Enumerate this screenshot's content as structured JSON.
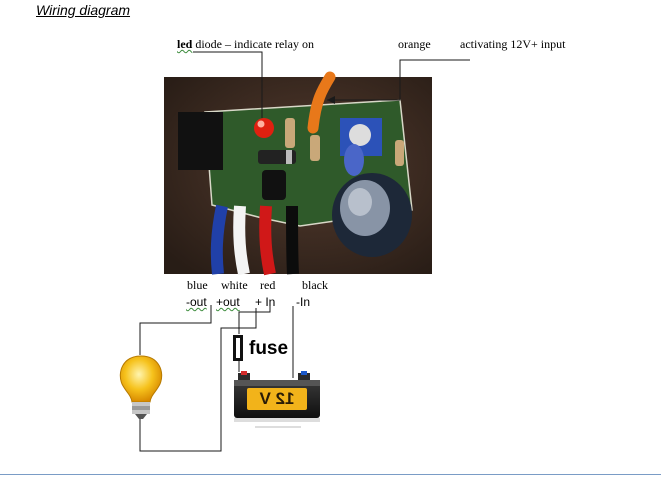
{
  "title": "Wiring diagram",
  "labels": {
    "led_word": "led",
    "led_rest": " diode – indicate relay on",
    "orange": "orange",
    "activating": "activating 12V+ input",
    "blue": "blue",
    "white": "white",
    "red": "red",
    "black": "black",
    "out_minus": "-out",
    "out_plus": "+out",
    "in_plus": "+ In",
    "in_minus": "-In",
    "fuse": "fuse",
    "battery": "12 V"
  },
  "colors": {
    "wire": "#1a1a1a",
    "board": "#3a2a20",
    "pcb": "#2f5a2a",
    "led": "#e02010",
    "orange_wire": "#e8781a",
    "blue_wire": "#2040a8",
    "red_wire": "#d01818",
    "battery_label": "#f2b31a",
    "bulb": "#f6c21c"
  }
}
